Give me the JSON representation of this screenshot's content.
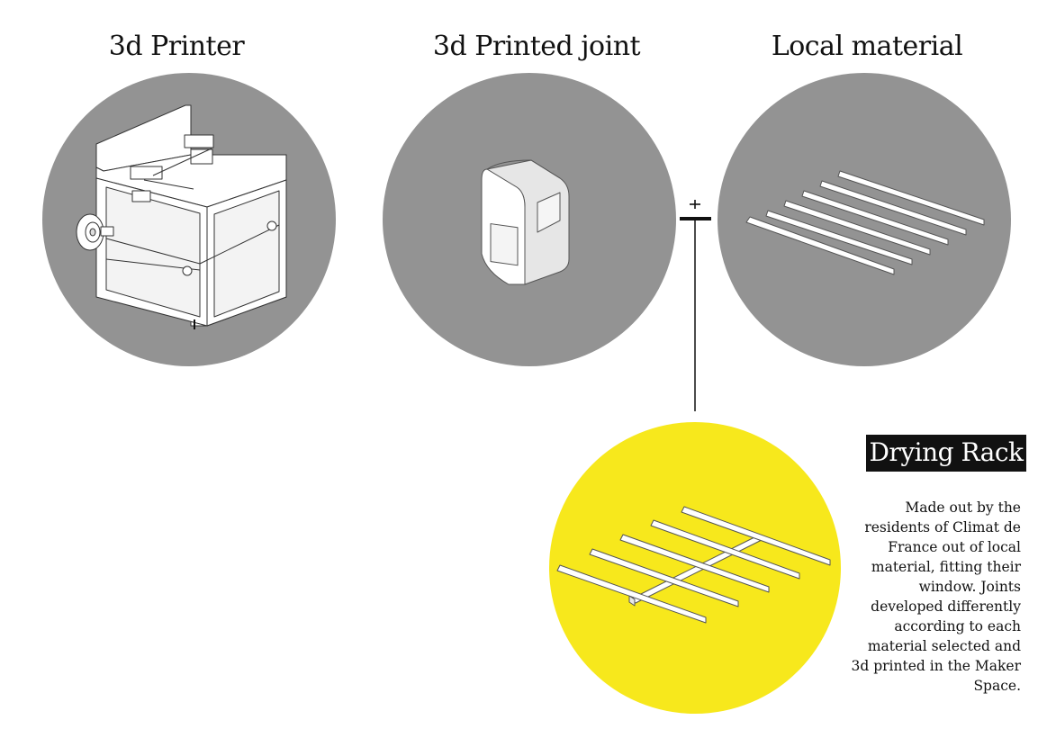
{
  "panels": [
    {
      "title": "3d Printer"
    },
    {
      "title": "3d Printed joint"
    },
    {
      "title": "Local material"
    }
  ],
  "operator": {
    "symbol": "+"
  },
  "result": {
    "label": "Drying Rack",
    "description": "Made out by the residents of Climat de France out of local material, fitting their window. Joints developed differently according to each material selected and 3d printed in the Maker Space."
  },
  "colors": {
    "circle": "#939393",
    "result_circle": "#f7e81c",
    "label_bg": "#111111"
  }
}
